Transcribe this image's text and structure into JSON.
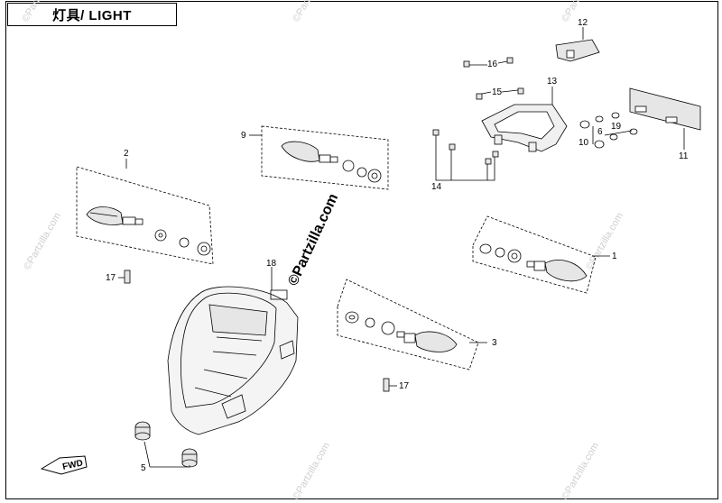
{
  "title": "灯具/ LIGHT",
  "watermark": "©Partzilla.com",
  "brand_watermark": "©Partzilla.com",
  "fwd_label": "FWD",
  "callouts": {
    "c1": "1",
    "c2": "2",
    "c3": "3",
    "c5": "5",
    "c6": "6",
    "c9": "9",
    "c10": "10",
    "c11": "11",
    "c12": "12",
    "c13": "13",
    "c14": "14",
    "c15": "15",
    "c16": "16",
    "c17a": "17",
    "c17b": "17",
    "c18": "18",
    "c19": "19"
  },
  "colors": {
    "line": "#000000",
    "watermark": "#cfcfcf",
    "part_fill": "#e6e6e6"
  }
}
